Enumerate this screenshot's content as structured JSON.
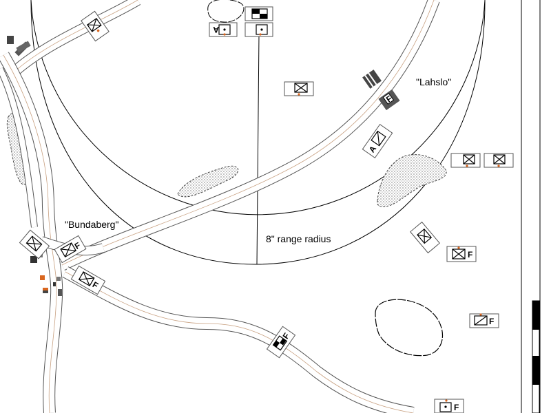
{
  "labels": {
    "town_bundaberg": "\"Bundaberg\"",
    "town_lahslo": "\"Lahslo\"",
    "range_note": "8\" range radius"
  },
  "unit_marks": {
    "f": "F",
    "a": "A"
  },
  "colors": {
    "road_edge": "#555555",
    "road_center": "#c8a080",
    "marker": "#d9661f",
    "range_circle": "#000000",
    "background": "#ffffff"
  },
  "icons": [
    "forest-patch",
    "infantry-unit",
    "artillery-unit",
    "hq-unit",
    "scale-bar",
    "building"
  ]
}
